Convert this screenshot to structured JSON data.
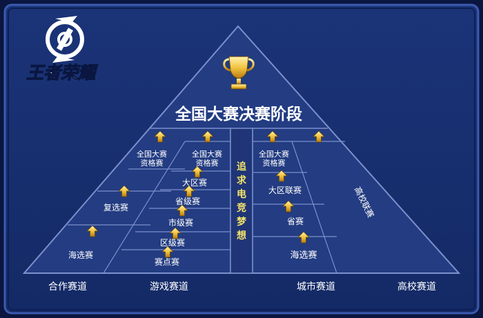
{
  "brand": {
    "name": "王者荣耀",
    "logo_icon": "swirl-emblem-icon"
  },
  "colors": {
    "frame": "#2a4591",
    "pyramid_fill": "#233c82",
    "pyramid_line": "#7c90cc",
    "arrow_yellow": "#f4c430",
    "dream_text": "#f6e36a"
  },
  "pyramid": {
    "apex_title": "全国大赛决赛阶段",
    "trophy_icon": "trophy-icon",
    "center_slogan": [
      "追",
      "求",
      "电",
      "竞",
      "梦",
      "想"
    ],
    "hezuo_stages": [
      "海选赛",
      "复选赛",
      "全国大赛",
      "资格赛"
    ],
    "youxi_stages": [
      "赛点赛",
      "区级赛",
      "市级赛",
      "省级赛",
      "大区赛",
      "全国大赛",
      "资格赛"
    ],
    "city_stages": [
      "海选赛",
      "省赛",
      "大区联赛",
      "全国大赛",
      "资格赛"
    ],
    "college_label": "高校联赛"
  },
  "tracks": [
    {
      "label": "合作赛道"
    },
    {
      "label": "游戏赛道"
    },
    {
      "label": "城市赛道"
    },
    {
      "label": "高校赛道"
    }
  ]
}
